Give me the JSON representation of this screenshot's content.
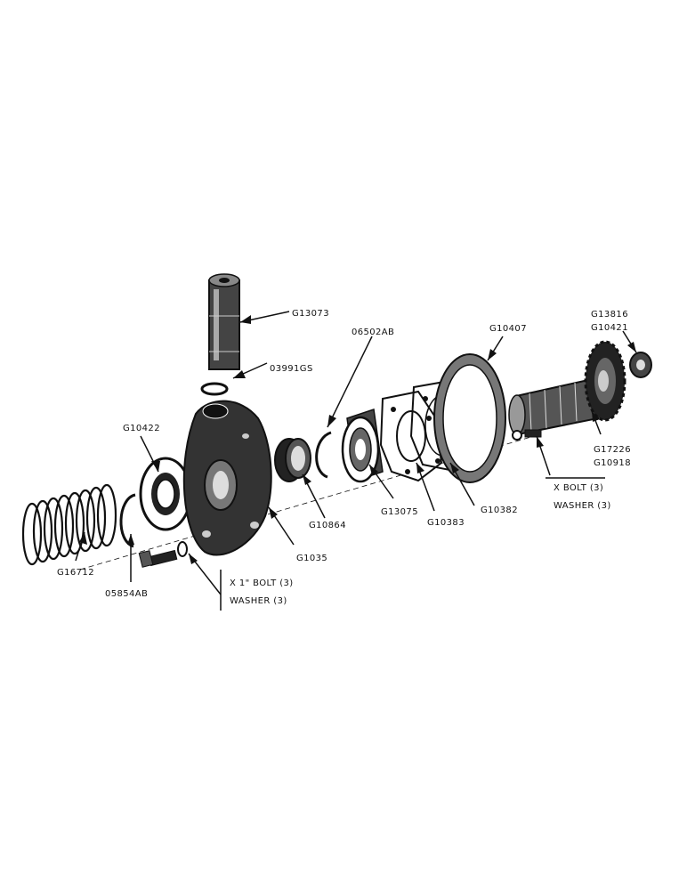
{
  "parts": {
    "shaft_upper": "G13073",
    "o_ring": "03991GS",
    "seal": "G10422",
    "spring": "G16712",
    "snap_ring_left": "05854AB",
    "housing": "G1035",
    "bearing_cup": "G10864",
    "snap_ring_right": "06502AB",
    "ball_bearing": "G13075",
    "retainer_plate": "G10383",
    "gasket_inner": "G10382",
    "gasket_outer": "G10407",
    "nut_1": "G13816",
    "nut_2": "G10421",
    "gear_shaft_1": "G17226",
    "gear_shaft_2": "G10918"
  },
  "hardware_left": {
    "bolt": "X  1\" BOLT (3)",
    "washer": "WASHER (3)"
  },
  "hardware_right": {
    "bolt": "X  BOLT (3)",
    "washer": "WASHER (3)"
  }
}
